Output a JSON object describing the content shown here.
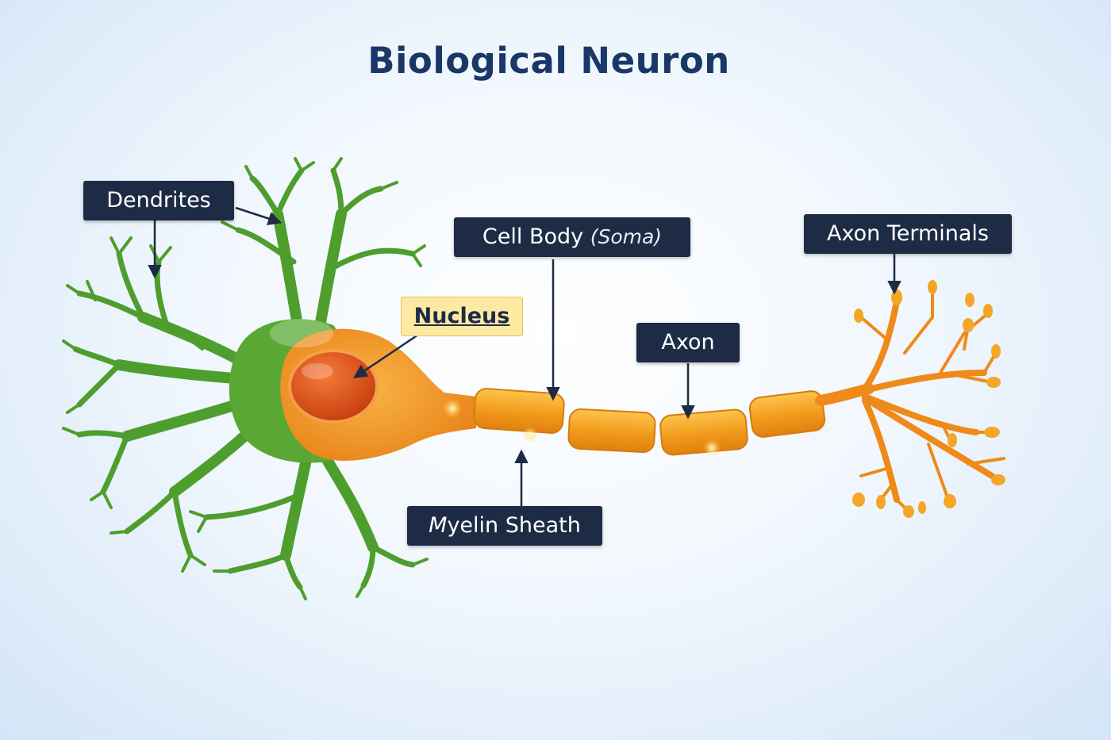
{
  "title": "Biological Neuron",
  "labels": {
    "dendrites": "Dendrites",
    "cell_body": "Cell Body",
    "soma": "(Soma)",
    "nucleus": "Nucleus",
    "axon": "Axon",
    "axon_terminals": "Axon Terminals",
    "myelin_m": "M",
    "myelin_rest": "yelin Sheath"
  },
  "colors": {
    "title": "#1a3768",
    "label_bg": "#1d2b45",
    "nucleus_label_bg": "#fce9a2",
    "dendrite_green": "#4e9e2e",
    "soma_orange": "#f0921f",
    "nucleus_red": "#e0501a",
    "axon_orange": "#f4a020",
    "terminal_orange": "#ef8a1a"
  },
  "icons": {
    "pointer": "arrow-icon"
  }
}
